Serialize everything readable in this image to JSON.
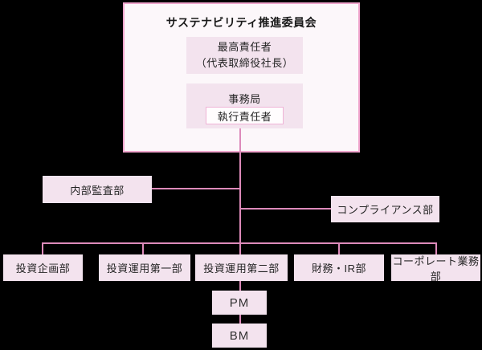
{
  "colors": {
    "background": "#000000",
    "connector_line": "#dd8aba",
    "panel_background": "#fcf7fa",
    "panel_border": "#f0a5cd",
    "box_background": "#f3e3ee",
    "officer_box_background": "#fffdfe",
    "officer_box_border": "#efb3d6",
    "text": "#242424"
  },
  "committee": {
    "title": "サステナビリティ推進委員会",
    "chief": {
      "line1": "最高責任者",
      "line2": "（代表取締役社長）"
    },
    "secretariat": {
      "label": "事務局",
      "officer": "執行責任者"
    }
  },
  "departments": {
    "internal_audit": "内部監査部",
    "compliance": "コンプライアンス部",
    "bottom_row": [
      "投資企画部",
      "投資運用第一部",
      "投資運用第二部",
      "財務・IR部",
      "コーポレート業務部"
    ],
    "pm": "PM",
    "bm": "BM"
  }
}
